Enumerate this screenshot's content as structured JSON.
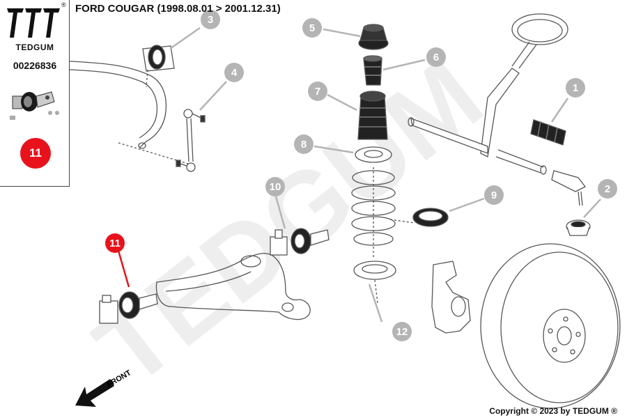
{
  "brand": {
    "name": "TEDGUM",
    "reg_mark": "®",
    "logo_icon": "tedgum-logo-icon"
  },
  "part_number": "00226836",
  "highlighted_item": "11",
  "title": "FORD COUGAR (1998.08.01 > 2001.12.31)",
  "watermark": "TEDGUM",
  "front_label": "FRONT",
  "copyright": "Copyright © 2023 by TEDGUM ®",
  "callouts": [
    "1",
    "2",
    "3",
    "4",
    "5",
    "6",
    "7",
    "8",
    "9",
    "10",
    "11",
    "12"
  ],
  "colors": {
    "callout": "#b4b4b4",
    "highlight": "#e8121c",
    "line": "#555555",
    "watermark": "#efefef"
  }
}
